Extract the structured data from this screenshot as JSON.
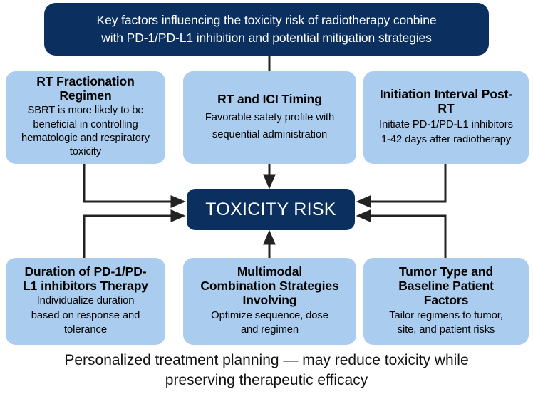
{
  "diagram": {
    "title": {
      "line1": "Key factors influencing the toxicity risk of radiotherapy conbine",
      "line2": "with PD-1/PD-L1 inhibition and potential mitigation strategies"
    },
    "center": {
      "label": "TOXICITY RISK"
    },
    "top_nodes": [
      {
        "id": "rt-fractionation-regimen",
        "heading_line1": "RT Fractionation",
        "heading_line2": "Regimen",
        "body_line1": "SBRT is more likely to be",
        "body_line2": "beneficial in controlling",
        "body_line3": "hematologic and respiratory",
        "body_line4": "toxicity"
      },
      {
        "id": "rt-and-ici-timing",
        "heading_line1": "RT and ICI Timing",
        "heading_line2": "",
        "body_line1": "Favorable satety profile with",
        "body_line2": "sequential administration",
        "body_line3": "",
        "body_line4": ""
      },
      {
        "id": "initiation-interval-post-rt",
        "heading_line1": "Initiation Interval Post-",
        "heading_line2": "RT",
        "body_line1": "Initiate PD-1/PD-L1 inhibitors",
        "body_line2": "1-42 days after radiotherapy",
        "body_line3": "",
        "body_line4": ""
      }
    ],
    "bottom_nodes": [
      {
        "id": "duration-of-therapy",
        "heading_line1": "Duration of PD-1/PD-",
        "heading_line2": "L1 inhibitors Therapy",
        "heading_line3": "",
        "body_line1": "Individualize duration",
        "body_line2": "based on response and",
        "body_line3": "tolerance"
      },
      {
        "id": "multimodal-combination-strategies",
        "heading_line1": "Multimodal",
        "heading_line2": "Combination Strategies",
        "heading_line3": "Involving",
        "body_line1": "Optimize sequence, dose",
        "body_line2": "and regimen",
        "body_line3": ""
      },
      {
        "id": "tumor-type-and-baseline-patient-factors",
        "heading_line1": "Tumor Type and",
        "heading_line2": "Baseline Patient",
        "heading_line3": "Factors",
        "body_line1": "Tailor regimens to tumor,",
        "body_line2": "site, and patient risks",
        "body_line3": ""
      }
    ],
    "caption": {
      "line1": "Personalized treatment planning — may reduce toxicity while",
      "line2": "preserving therapeutic efficacy"
    },
    "colors": {
      "dark_navy": "#0b2f5e",
      "light_blue": "#aaccee",
      "connector": "#222222",
      "title_text": "#ffffff",
      "body_text": "#000000",
      "page_background": "#ffffff"
    }
  }
}
